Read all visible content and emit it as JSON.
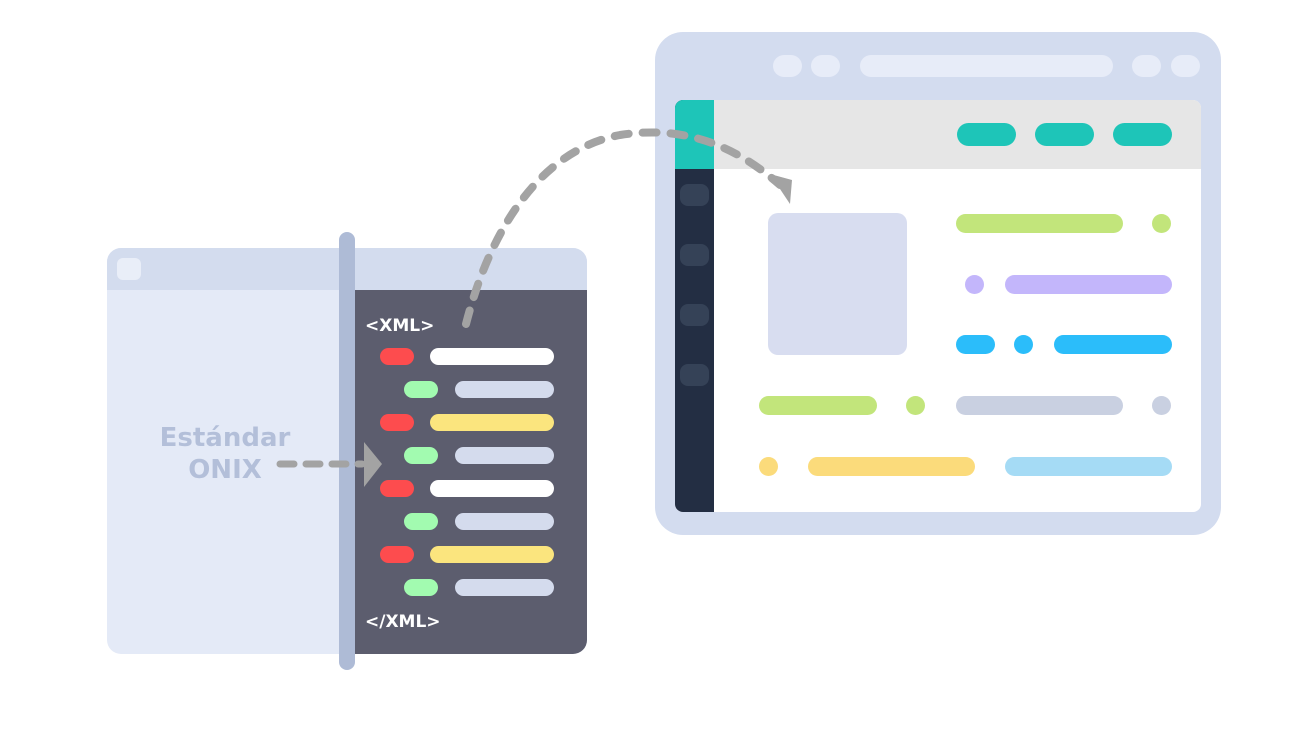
{
  "onix": {
    "line1": "Estándar",
    "line2": "ONIX"
  },
  "xml": {
    "open_tag": "<XML>",
    "close_tag": "</XML>"
  },
  "colors": {
    "red": "#fd4c4e",
    "green": "#a2fbb0",
    "white": "#ffffff",
    "yellow": "#fbe57e",
    "gray_lavender": "#d4dbed",
    "teal": "#1ec5b8",
    "lime": "#c2e57b",
    "purple": "#c3b6fb",
    "sky": "#2bbdfa",
    "slate": "#c9d0e1",
    "gold": "#fbdb7b",
    "light_blue": "#a5dbf5"
  },
  "icons": {
    "flow_arrow": "dashed-curved-arrow-icon",
    "input_arrow": "dashed-right-arrow-icon"
  }
}
